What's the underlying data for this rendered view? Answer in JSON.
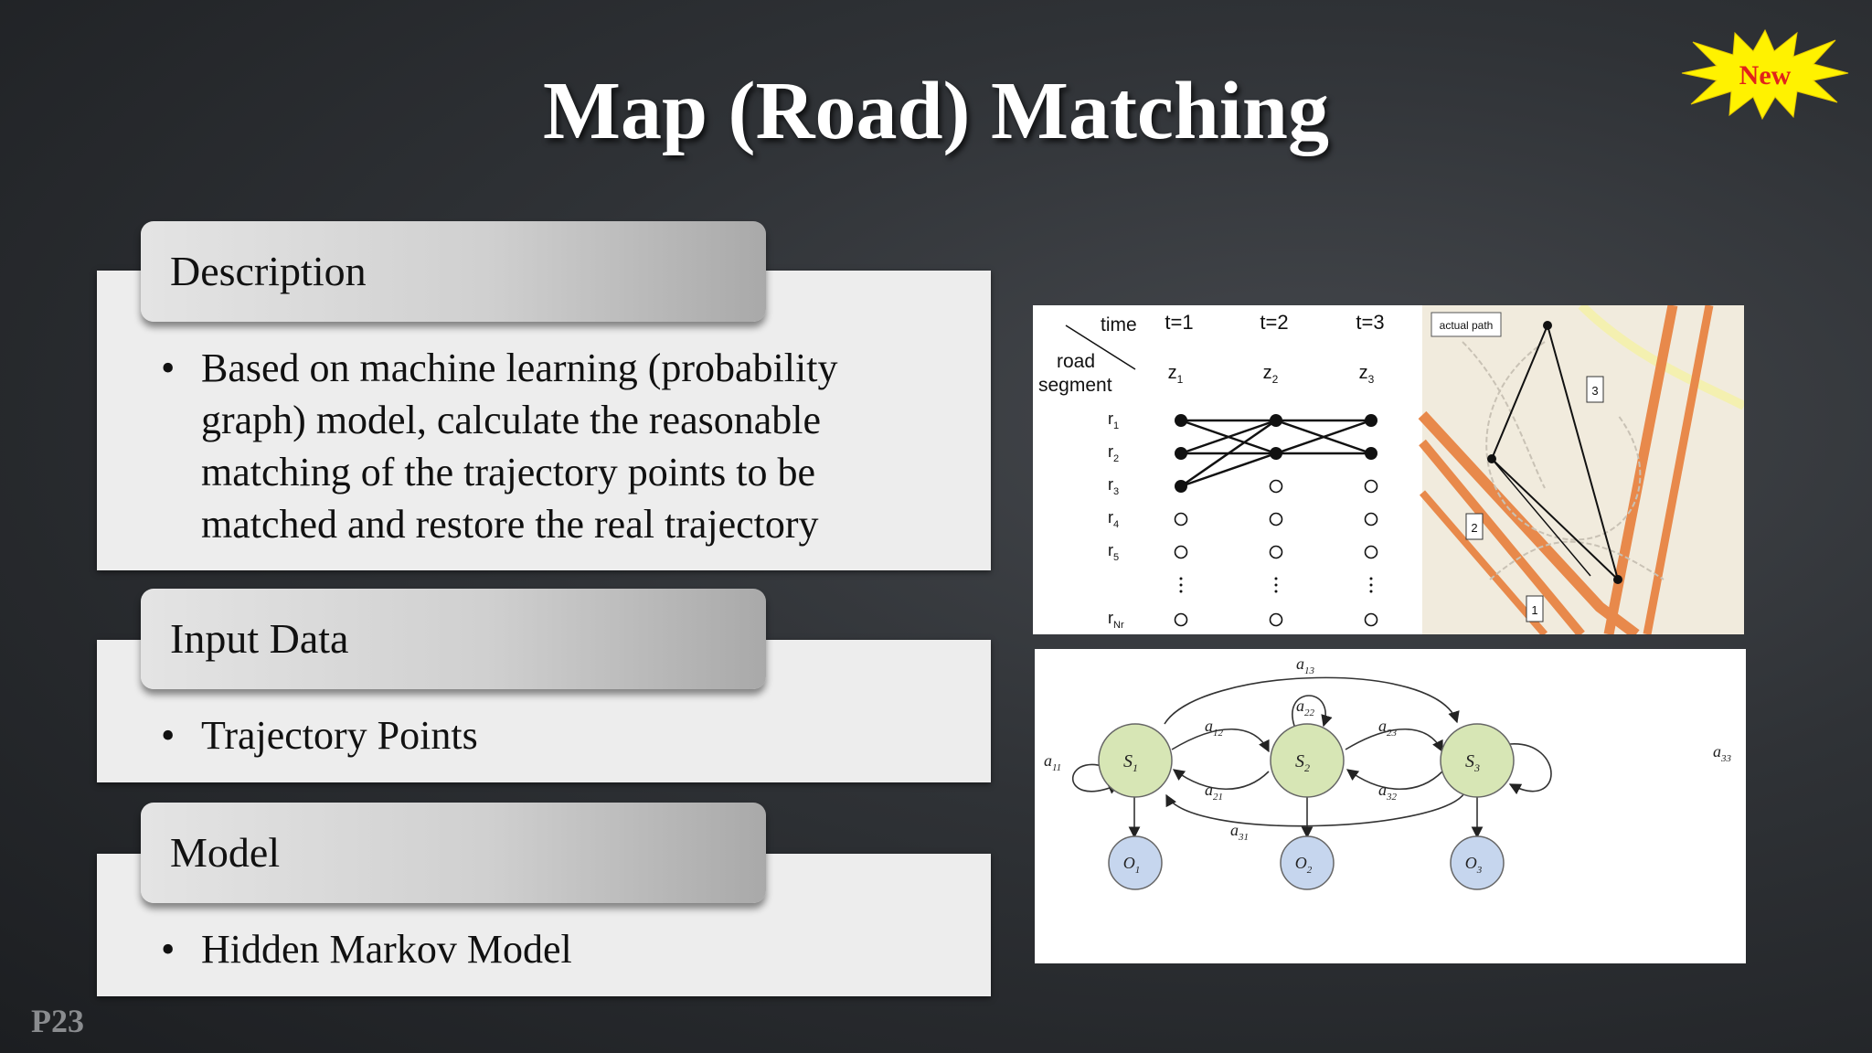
{
  "slide": {
    "title": "Map (Road) Matching",
    "badge": "New",
    "page_number": "P23"
  },
  "sections": [
    {
      "heading": "Description",
      "bullets": [
        "Based on machine learning (probability graph) model, calculate the reasonable matching of the trajectory points to be matched and restore the real trajectory"
      ]
    },
    {
      "heading": "Input Data",
      "bullets": [
        "Trajectory Points"
      ]
    },
    {
      "heading": "Model",
      "bullets": [
        "Hidden Markov Model"
      ]
    }
  ],
  "trellis": {
    "corner_top": "time",
    "corner_bottom": "road segment",
    "corner_bottom_line1": "road",
    "corner_bottom_line2": "segment",
    "times": [
      "t=1",
      "t=2",
      "t=3"
    ],
    "observations": [
      "z",
      "z",
      "z"
    ],
    "observation_subs": [
      "1",
      "2",
      "3"
    ],
    "rows": [
      "r",
      "r",
      "r",
      "r",
      "r",
      "r"
    ],
    "row_subs": [
      "1",
      "2",
      "3",
      "4",
      "5",
      "Nr"
    ]
  },
  "map_inset": {
    "legend": "actual path",
    "markers": [
      "1",
      "2",
      "3"
    ]
  },
  "hmm": {
    "states": [
      {
        "label": "S",
        "sub": "1"
      },
      {
        "label": "S",
        "sub": "2"
      },
      {
        "label": "S",
        "sub": "3"
      }
    ],
    "observations": [
      {
        "label": "O",
        "sub": "1"
      },
      {
        "label": "O",
        "sub": "2"
      },
      {
        "label": "O",
        "sub": "3"
      }
    ],
    "transitions": [
      {
        "label": "a",
        "sub": "11"
      },
      {
        "label": "a",
        "sub": "12"
      },
      {
        "label": "a",
        "sub": "13"
      },
      {
        "label": "a",
        "sub": "21"
      },
      {
        "label": "a",
        "sub": "22"
      },
      {
        "label": "a",
        "sub": "23"
      },
      {
        "label": "a",
        "sub": "31"
      },
      {
        "label": "a",
        "sub": "32"
      },
      {
        "label": "a",
        "sub": "33"
      }
    ],
    "state_color": "#d7e6b5",
    "observation_color": "#c6d6ee"
  }
}
